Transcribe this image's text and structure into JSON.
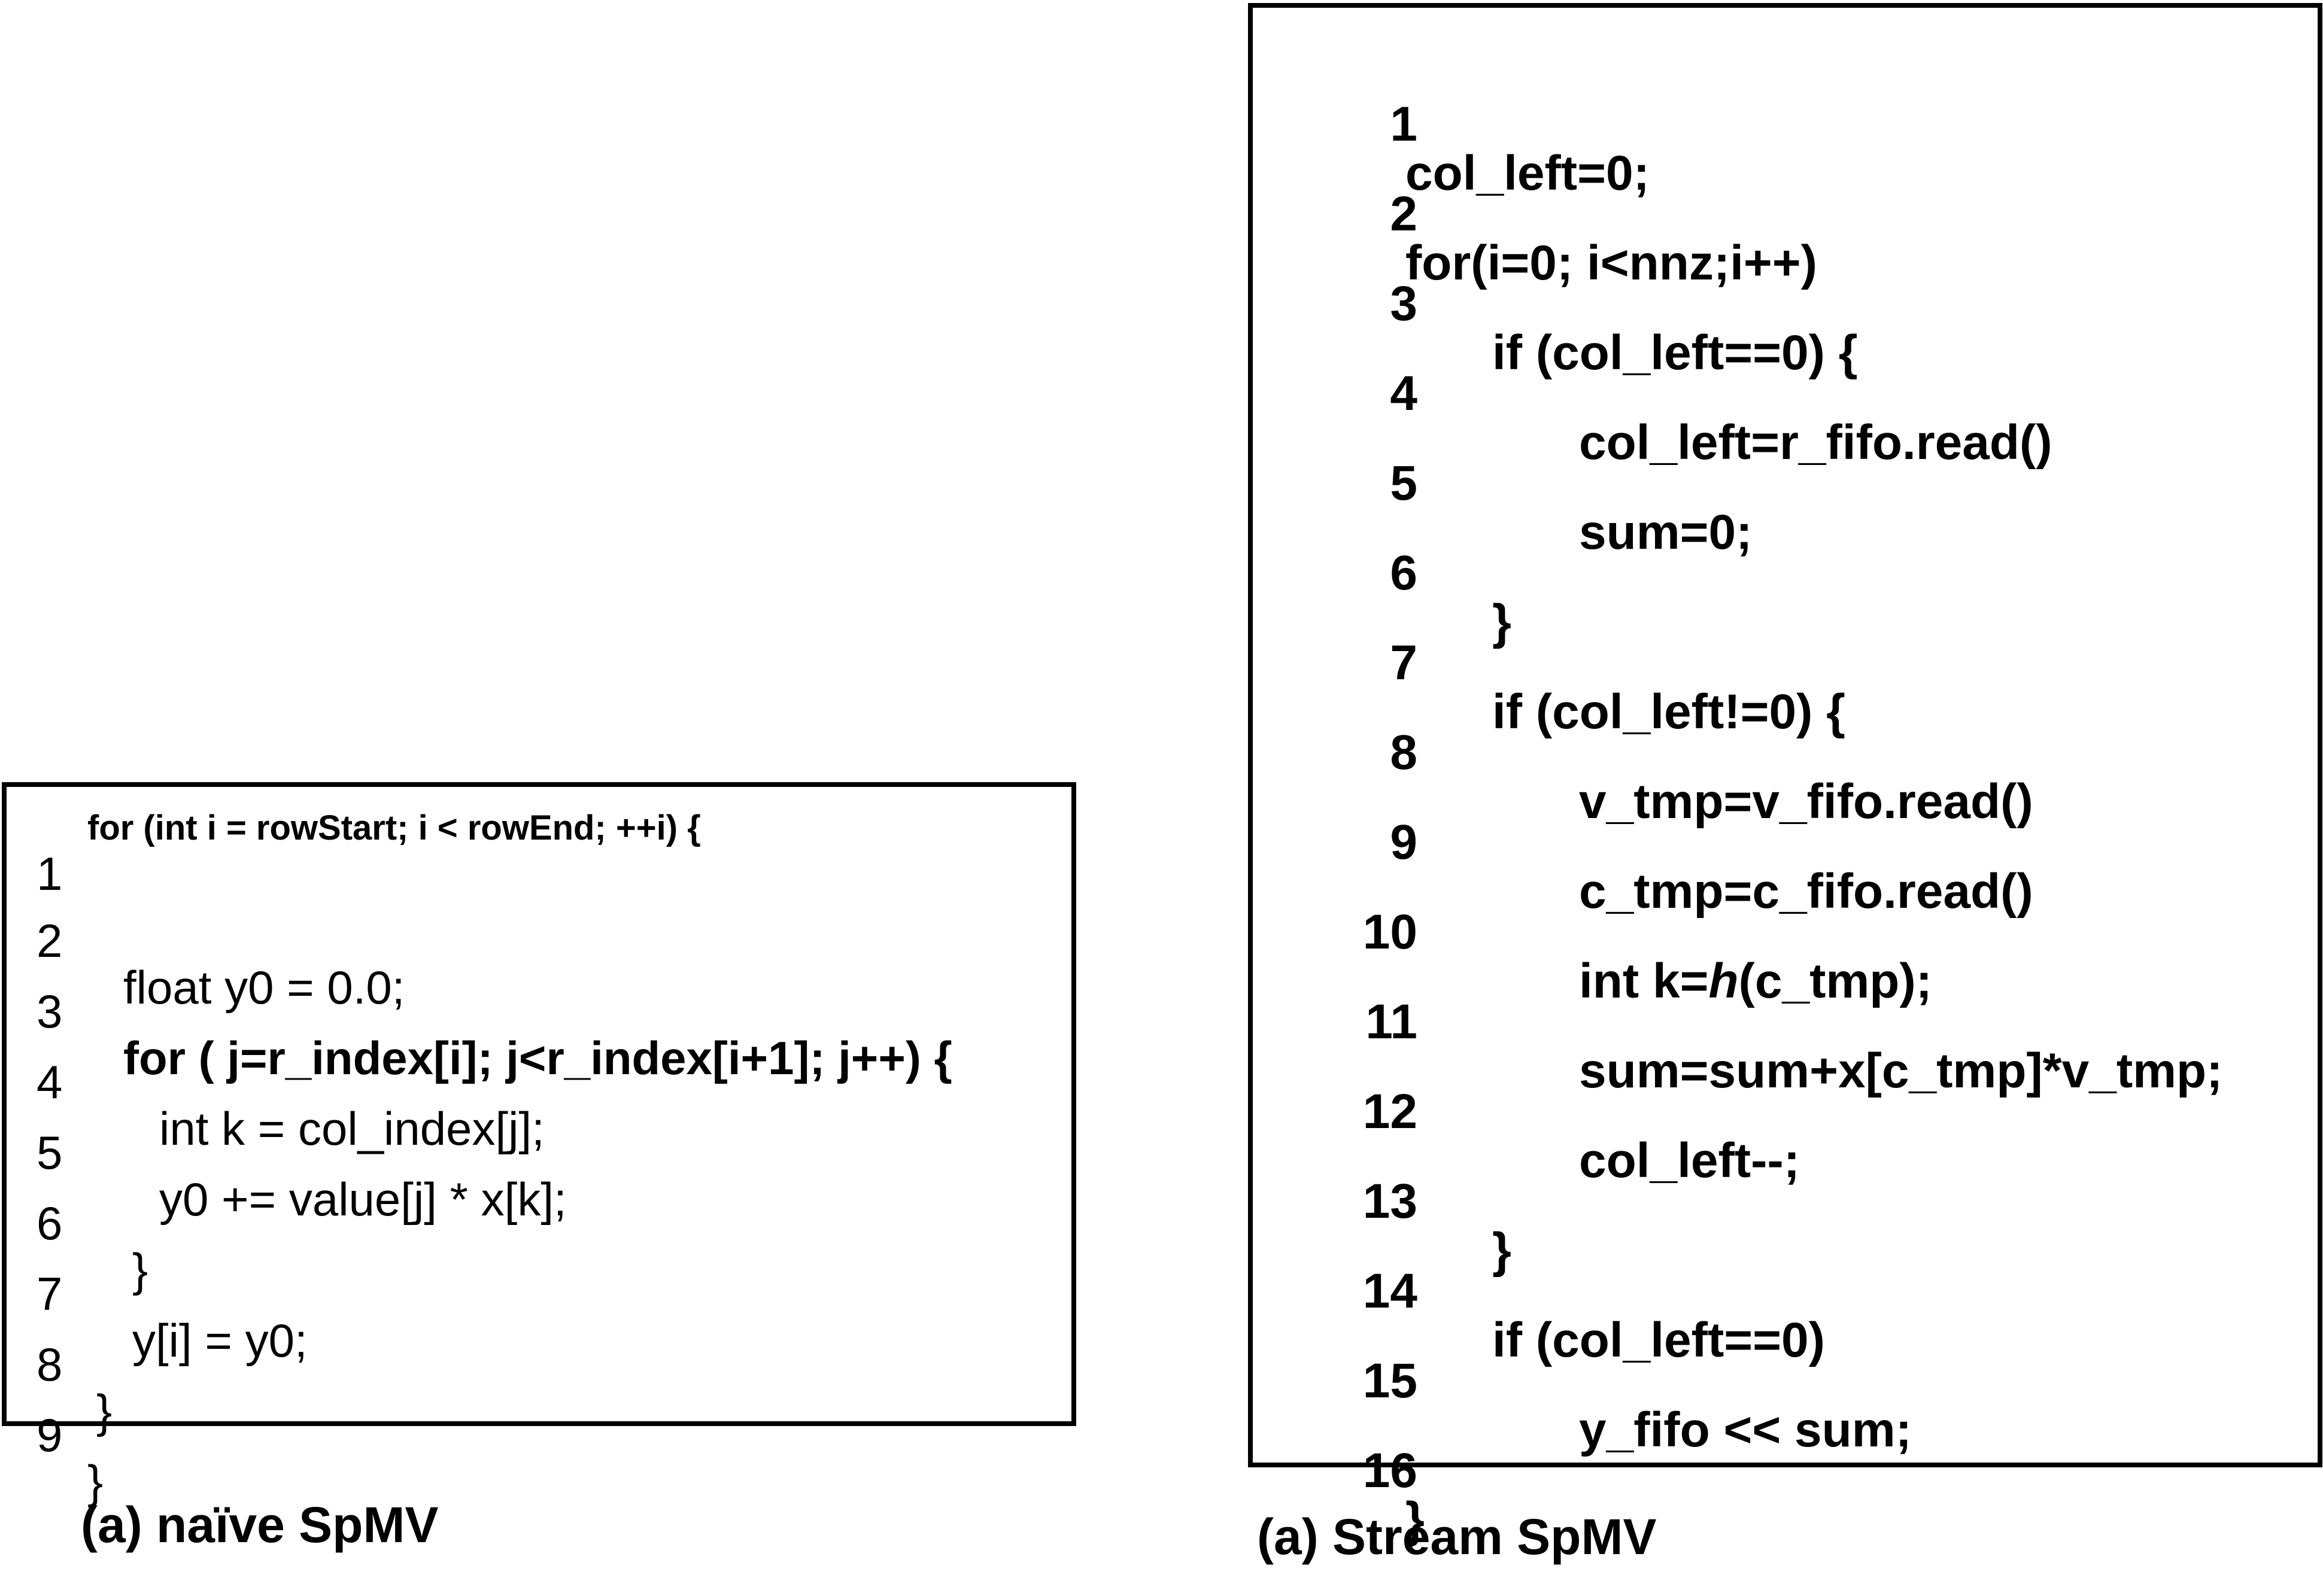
{
  "naive": {
    "caption": "(a) naïve SpMV",
    "lines": [
      {
        "num": "1",
        "text": "for (int i = rowStart; i < rowEnd; ++i) {"
      },
      {
        "num": "2",
        "text": "float y0 = 0.0;"
      },
      {
        "num": "3",
        "text": "for ( j=r_index[i]; j<r_index[i+1]; j++) {"
      },
      {
        "num": "4",
        "text": "int k = col_index[j];"
      },
      {
        "num": "5",
        "text": "y0 += value[j] * x[k];"
      },
      {
        "num": "6",
        "text": "}"
      },
      {
        "num": "7",
        "text": "y[i] = y0;"
      },
      {
        "num": "8",
        "text": "}"
      },
      {
        "num": "9",
        "text": "}"
      }
    ]
  },
  "stream": {
    "caption": "(a) Stream SpMV",
    "lines": [
      {
        "num": "1",
        "text": "col_left=0;"
      },
      {
        "num": "2",
        "text": "for(i=0; i<nnz;i++)"
      },
      {
        "num": "3",
        "text": "if (col_left==0) {"
      },
      {
        "num": "4",
        "text": "col_left=r_fifo.read()"
      },
      {
        "num": "5",
        "text": "sum=0;"
      },
      {
        "num": "6",
        "text": "}"
      },
      {
        "num": "7",
        "text": "if (col_left!=0) {"
      },
      {
        "num": "8",
        "text": "v_tmp=v_fifo.read()"
      },
      {
        "num": "9",
        "text": "c_tmp=c_fifo.read()"
      },
      {
        "num": "10",
        "text_pre": "int k=",
        "text_fn": "h",
        "text_post": "(c_tmp);"
      },
      {
        "num": "11",
        "text": "sum=sum+x[c_tmp]*v_tmp;"
      },
      {
        "num": "12",
        "text": "col_left--;"
      },
      {
        "num": "13",
        "text": "}"
      },
      {
        "num": "14",
        "text": "if (col_left==0)"
      },
      {
        "num": "15",
        "text": "y_fifo << sum;"
      },
      {
        "num": "16",
        "text": "}"
      }
    ]
  }
}
